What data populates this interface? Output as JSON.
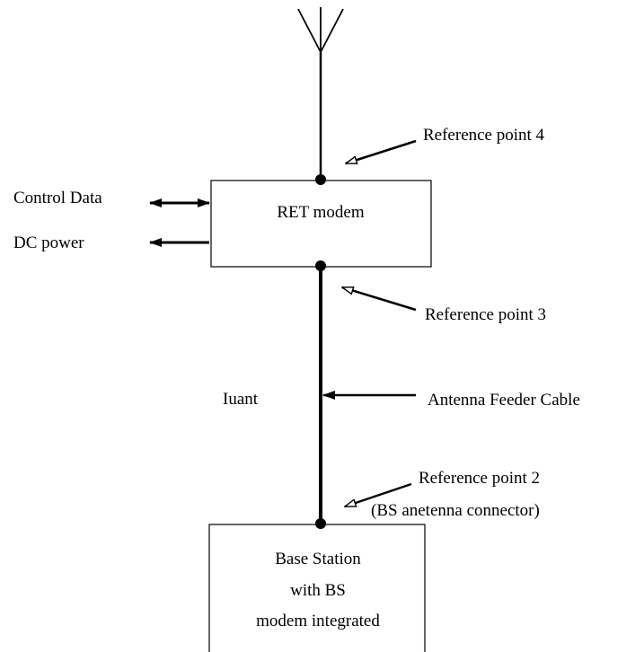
{
  "labels": {
    "ret_modem": "RET modem",
    "control_data": "Control Data",
    "dc_power": "DC power",
    "ref_point_4": "Reference point 4",
    "ref_point_3": "Reference point 3",
    "iuant": "Iuant",
    "antenna_feeder_cable": "Antenna Feeder Cable",
    "ref_point_2": "Reference point 2",
    "bs_connector": "(BS anetenna connector)",
    "base_station_line1": "Base Station",
    "base_station_line2": "with BS",
    "base_station_line3": "modem integrated"
  },
  "colors": {
    "line": "#000000",
    "background": "#ffffff"
  }
}
